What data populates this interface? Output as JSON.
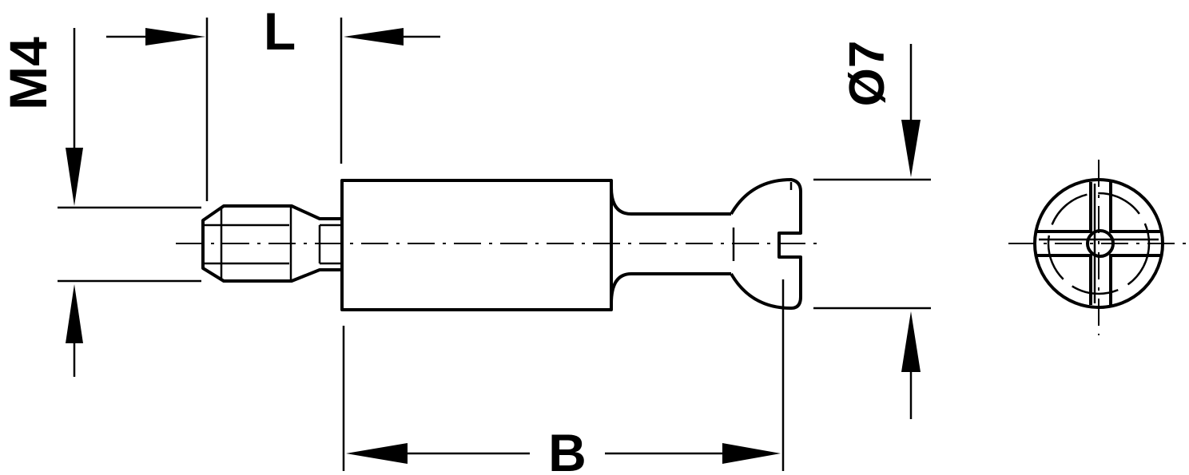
{
  "labels": {
    "thread": "M4",
    "length_l": "L",
    "diameter": "Ø7",
    "length_b": "B"
  },
  "colors": {
    "line": "#000000",
    "background": "#ffffff"
  }
}
